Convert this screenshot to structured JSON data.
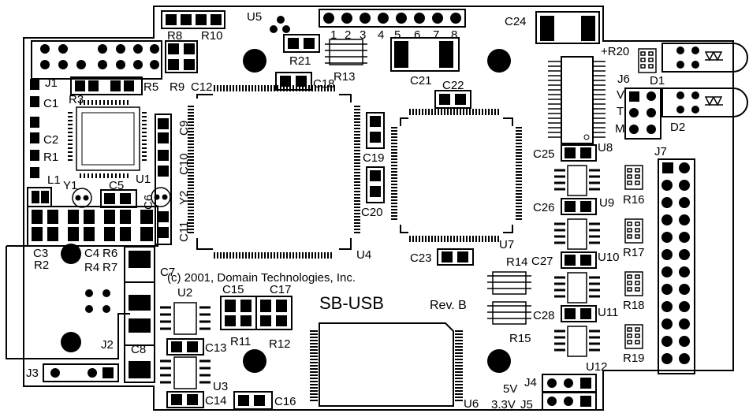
{
  "board": {
    "title": "SB-USB",
    "revision": "Rev. B",
    "copyright": "(c) 2001, Domain Technologies, Inc.",
    "power_5v": "5V",
    "power_3v3": "3.3V"
  },
  "labels": {
    "R8": "R8",
    "R10": "R10",
    "U5": "U5",
    "C24": "C24",
    "J1": "J1",
    "R5": "R5",
    "R9": "R9",
    "C12": "C12",
    "R21": "R21",
    "R13": "R13",
    "C18": "C18",
    "C21": "C21",
    "C22": "C22",
    "R20": "+R20",
    "J6": "J6",
    "D1": "D1",
    "D2": "D2",
    "V": "V",
    "T": "T",
    "M": "M",
    "C1": "C1",
    "R3": "R3",
    "C2": "C2",
    "R1": "R1",
    "L1": "L1",
    "Y1": "Y1",
    "C5": "C5",
    "C6": "C6",
    "Y2": "Y2",
    "U1": "U1",
    "C9": "C9",
    "C10": "C10",
    "C11": "C11",
    "C19": "C19",
    "C20": "C20",
    "U4": "U4",
    "U7": "U7",
    "U8": "U8",
    "C25": "C25",
    "J7": "J7",
    "R16": "R16",
    "C26": "C26",
    "U9": "U9",
    "R17": "R17",
    "C3": "C3",
    "R2": "R2",
    "C4": "C4",
    "R6": "R6",
    "R4": "R4",
    "R7": "R7",
    "C7": "C7",
    "C23": "C23",
    "R14": "R14",
    "C27": "C27",
    "U10": "U10",
    "U2": "U2",
    "C15": "C15",
    "C17": "C17",
    "R18": "R18",
    "C28": "C28",
    "U11": "U11",
    "C8": "C8",
    "J2": "J2",
    "R11": "R11",
    "R12": "R12",
    "C13": "C13",
    "R15": "R15",
    "R19": "R19",
    "J3": "J3",
    "U3": "U3",
    "U12": "U12",
    "J4": "J4",
    "C14": "C14",
    "C16": "C16",
    "U6": "U6",
    "J5": "J5",
    "header_pins": [
      "1",
      "2",
      "3",
      "4",
      "5",
      "6",
      "7",
      "8"
    ]
  }
}
